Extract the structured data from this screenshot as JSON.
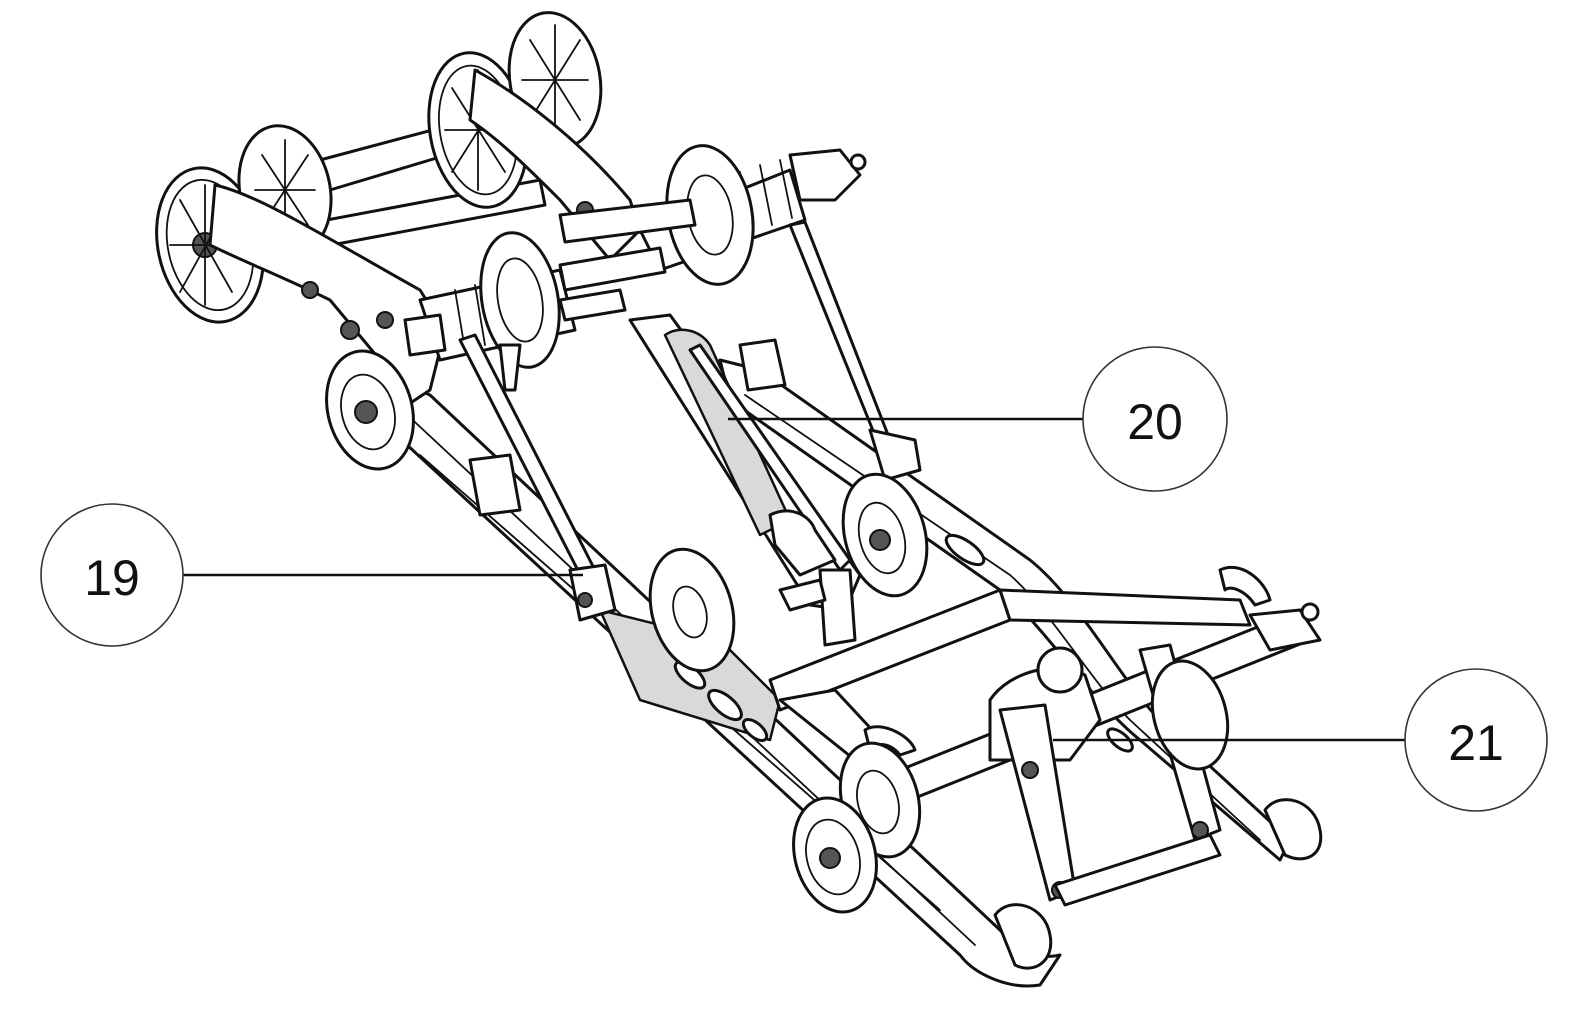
{
  "callouts": [
    {
      "id": "19",
      "label": "19"
    },
    {
      "id": "20",
      "label": "20"
    },
    {
      "id": "21",
      "label": "21"
    }
  ]
}
